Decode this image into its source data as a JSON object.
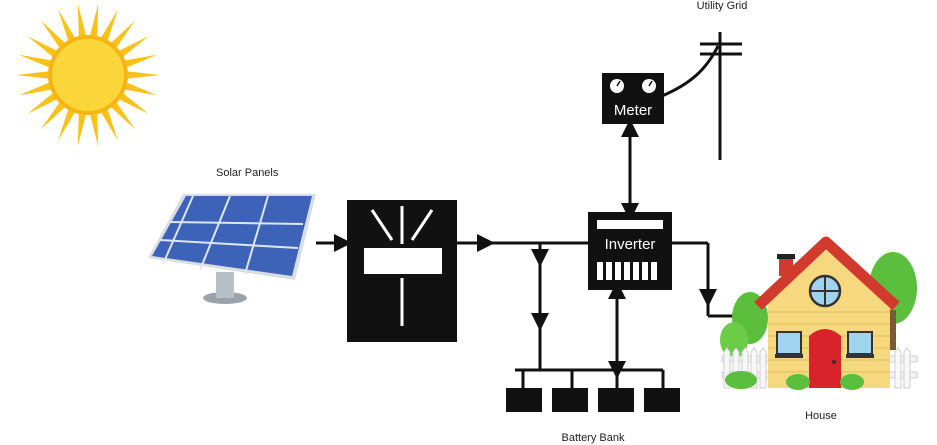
{
  "labels": {
    "solar_panels": "Solar Panels",
    "utility_grid": "Utility Grid",
    "meter": "Meter",
    "inverter": "Inverter",
    "house": "House",
    "battery_bank": "Battery Bank"
  },
  "colors": {
    "sun": "#F9C21A",
    "sun_core": "#FBD63A",
    "panel_cell": "#3D63B8",
    "box": "#111111",
    "roof": "#D23A2E",
    "house_wall": "#F6D87E",
    "door": "#D8232A",
    "tree": "#5BBE3C",
    "window": "#9FD3EE"
  },
  "icons": [
    "sun-icon",
    "solar-panel-icon",
    "charge-controller-icon",
    "meter-icon",
    "inverter-icon",
    "utility-pole-icon",
    "house-icon",
    "battery-icon"
  ]
}
